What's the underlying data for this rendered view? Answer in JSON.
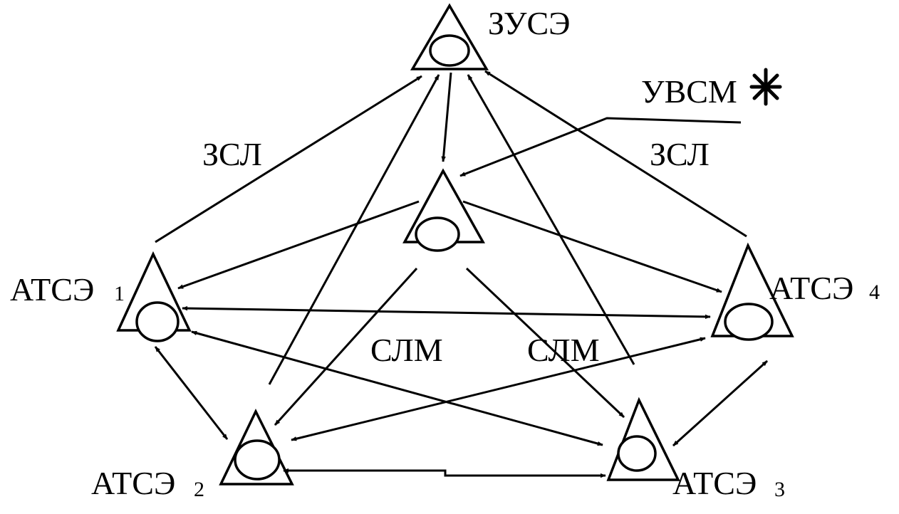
{
  "nodes": {
    "zuse": {
      "label": "ЗУСЭ"
    },
    "uvsm": {
      "label": "УВСМ"
    },
    "atse1": {
      "label": "АТСЭ",
      "sub": "1"
    },
    "atse2": {
      "label": "АТСЭ",
      "sub": "2"
    },
    "atse3": {
      "label": "АТСЭ",
      "sub": "3"
    },
    "atse4": {
      "label": "АТСЭ",
      "sub": "4"
    }
  },
  "links": {
    "zsl_left": "ЗСЛ",
    "zsl_right": "ЗСЛ",
    "slm_left": "СЛМ",
    "slm_right": "СЛМ"
  },
  "colors": {
    "ink": "#000000",
    "background": "#ffffff"
  }
}
